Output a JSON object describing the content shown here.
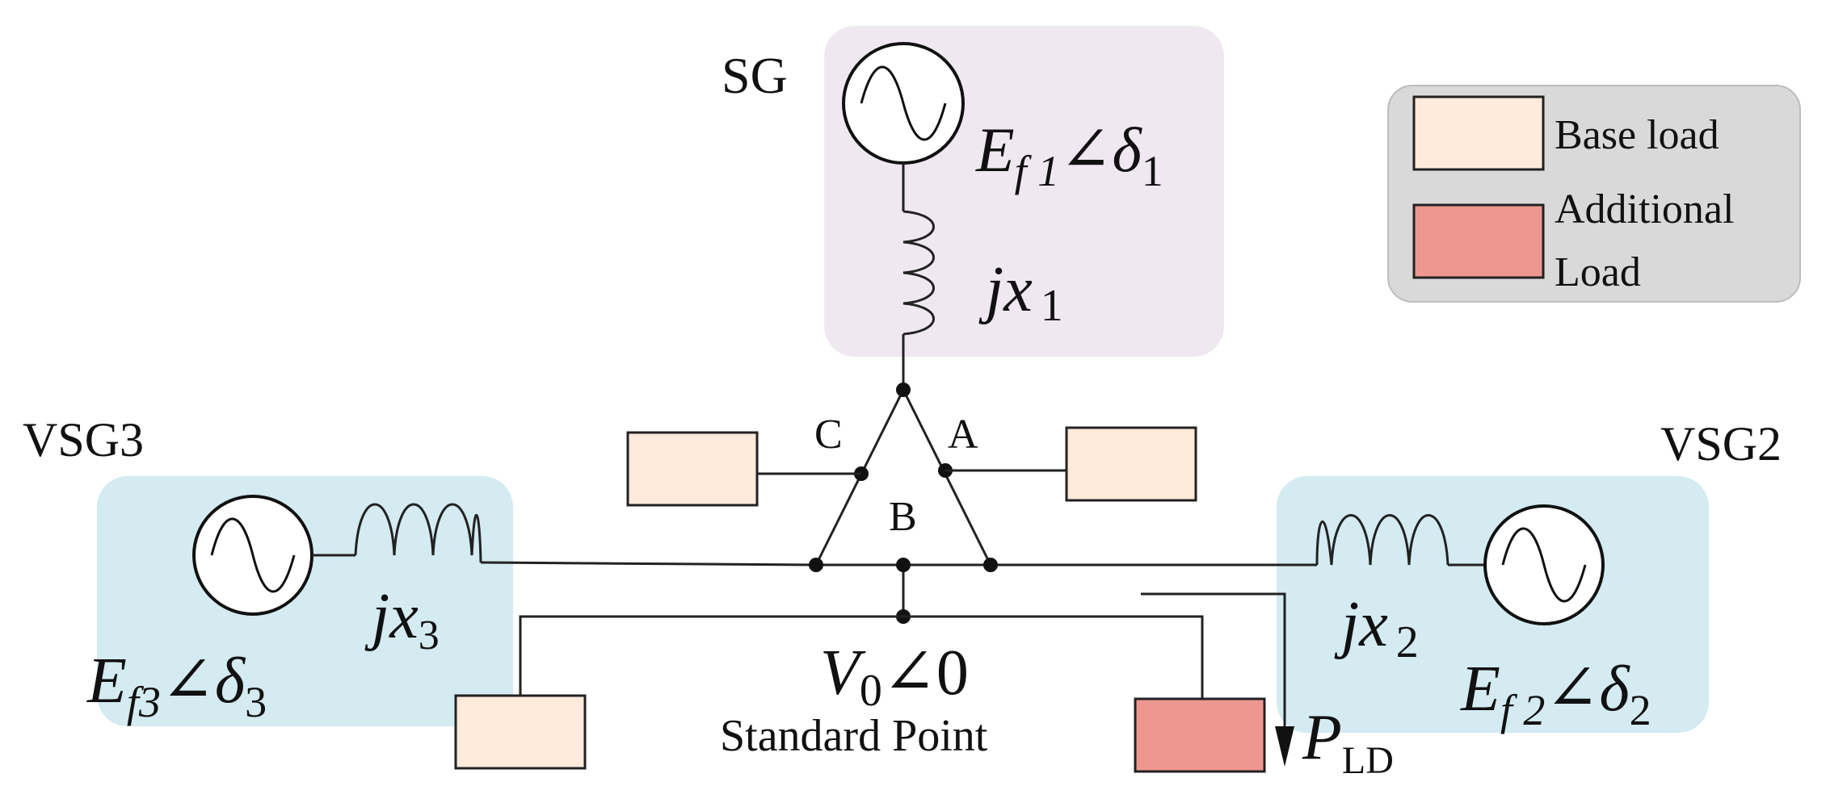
{
  "generators": {
    "sg": {
      "name": "SG",
      "emf_main": "E",
      "emf_sub": "f 1",
      "angle_main": "∠δ",
      "angle_sub": "1",
      "reactance_main": "jx",
      "reactance_sub": "1"
    },
    "vsg2": {
      "name": "VSG2",
      "emf_main": "E",
      "emf_sub": "f 2",
      "angle_main": "∠δ",
      "angle_sub": "2",
      "reactance_main": "jx",
      "reactance_sub": "2"
    },
    "vsg3": {
      "name": "VSG3",
      "emf_main": "E",
      "emf_sub": "f3",
      "angle_main": "∠δ",
      "angle_sub": "3",
      "reactance_main": "jx",
      "reactance_sub": "3"
    }
  },
  "nodes": {
    "a": "A",
    "b": "B",
    "c": "C"
  },
  "reference": {
    "voltage_main": "V",
    "voltage_sub": "0",
    "voltage_angle": "∠0",
    "label": "Standard Point"
  },
  "load_flow": {
    "main": "P",
    "sub": "LD"
  },
  "legend": {
    "items": [
      {
        "label_lines": [
          "Base load"
        ]
      },
      {
        "label_lines": [
          "Additional",
          "Load"
        ]
      }
    ]
  },
  "colors": {
    "sg_region": "#efe8f1",
    "vsg_region": "#d3ebf1",
    "base_load": "#ffeadb",
    "additional_load": "#ee9790",
    "legend_bg": "#d9d9d9",
    "line": "#222222"
  }
}
